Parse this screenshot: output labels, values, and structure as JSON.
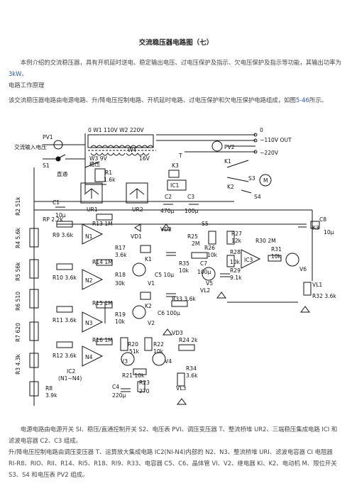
{
  "title": "交流稳压器电路图（七）",
  "intro": "本例介绍的交流稳压器，具有开机延时送电、稳定输出电压、过电压保护及指示、欠电压保护及指示等功能，其输出功率为",
  "intro_power": "3kW。",
  "section_heading": "电路工作原理",
  "overview_prefix": "该交流稳压器电路由电源电路、升/降电压控制电路、开机延时电路、过电压保护和欠电压保护电路组成，如图",
  "overview_figure": "5-46",
  "overview_suffix": "所示。",
  "power_circuit": "电源电路由电源开关 SI、稳压/直通控制开关 S2、电压表 PVI、调压变压器 T、整流桥堆 UR2、三端稳压集成电路 ICI 和滤波电容器 C2、C3 组成。",
  "updown_circuit": "升/降电压控制电路由调压变压器 T、运算放大集成电路 IC2(NI-N4)内部的 N2、N3、整流桥堆 URI、滤波电容器 CI 电阻器 RI-R8、RIO、RII、R14、RI5、R18、RI9、R33、电容器 C5、C6、晶体管 VI、V2、继电器 KI、K2、电动机 M、限位开关 S3、S4 和电压表 PV2 组成。",
  "schematic": {
    "labels": {
      "pv1": "PV1",
      "ac_input": "交流输入电压",
      "s1": "S1",
      "regulate": "稳压",
      "bypass": "直通",
      "t_taps": "0 W1 110V  W2  220V",
      "w3": "W3 9V",
      "w4": "W4",
      "v16": "16V",
      "t": "T",
      "zero": "0",
      "out": "~110V OUT",
      "out220": "~220V",
      "pv2": "PV2",
      "k3": "K3",
      "k1": "K1",
      "k2": "K2",
      "s3": "S3",
      "s4": "S4",
      "m": "M",
      "r1": "R1",
      "r1v": "1.6k",
      "c1": "C1",
      "c1v": "10μ",
      "ur1": "UR1",
      "ur2": "UR2",
      "ic1": "IC1",
      "c2": "C2",
      "c2v": "470μ",
      "c3": "C3",
      "c3v": "100μ",
      "rp": "RP 2.2k",
      "r9": "R9 3.6k",
      "r13": "R13 1M",
      "n1": "N1",
      "vd1": "VD1",
      "vd2": "VD2",
      "s5": "S5",
      "r25": "R25",
      "r25v": "2M",
      "r27": "R27",
      "r27v": "12k",
      "r26": "R26",
      "r26v": "10k",
      "r28": "R28",
      "r28v": "10k",
      "r30": "R30 2M",
      "ic3": "IC3",
      "r31": "R31",
      "r31v": "10k",
      "v6": "V6",
      "c8": "C8",
      "c8v": "10μ",
      "k3b": "K3",
      "r4": "R4 5.6k",
      "r17": "R17",
      "r17v": "3.6k",
      "r14": "R14 1M",
      "k1b": "K1",
      "c5": "C5 10μ",
      "r35": "R35",
      "r35v": "10k",
      "c7": "C7",
      "c7v": "100μ",
      "v5": "V5",
      "r29": "R29",
      "r29v": "9.1k",
      "vl1": "VL1",
      "r32": "R32 3.6k",
      "r10": "R10 3.6k",
      "n2": "N2",
      "r18": "R18",
      "r18v": "30k",
      "v1": "V1",
      "vl2": "VL2",
      "r5": "R5 56k",
      "r6": "R6 510",
      "r33": "R33 3.6k",
      "r15": "R15 1M",
      "k2b": "K2",
      "r11": "R11 3.6k",
      "n3": "N3",
      "r19": "R19",
      "r19v": "10k",
      "v2": "V2",
      "c6": "C6 100μ",
      "vd3": "VD3",
      "r7": "R7 620",
      "r20": "R20",
      "r20v": "51k",
      "r22": "R22",
      "r22v": "10k",
      "r24": "R24 2k",
      "r16": "R16 1M",
      "r12": "R12 3.6k",
      "n4": "N4",
      "v3": "V3",
      "v4": "V4",
      "r3": "R3 4.3k",
      "ic2": "IC2",
      "ic2n": "(N1~N4)",
      "r21": "R21 10k",
      "r34": "R34",
      "r34v": "3.6k",
      "r8": "R8",
      "r8v": "3.9k",
      "c4": "C4",
      "c4v": "220μ",
      "r23": "R23",
      "r23v": "270",
      "vl3": "VL3",
      "r2": "R2 51k"
    }
  }
}
